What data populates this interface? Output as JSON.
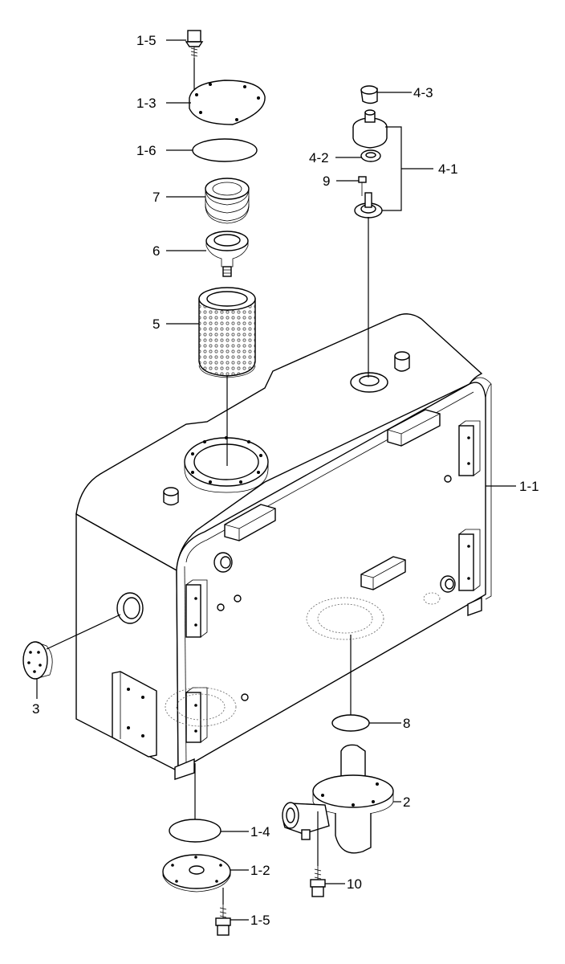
{
  "labels": {
    "l_1_5_top": "1-5",
    "l_1_3": "1-3",
    "l_1_6": "1-6",
    "l_7": "7",
    "l_6": "6",
    "l_5": "5",
    "l_4_3": "4-3",
    "l_4_2": "4-2",
    "l_4_1": "4-1",
    "l_9": "9",
    "l_1_1": "1-1",
    "l_3": "3",
    "l_8": "8",
    "l_2": "2",
    "l_1_4": "1-4",
    "l_1_2": "1-2",
    "l_10": "10",
    "l_1_5_bottom": "1-5"
  }
}
